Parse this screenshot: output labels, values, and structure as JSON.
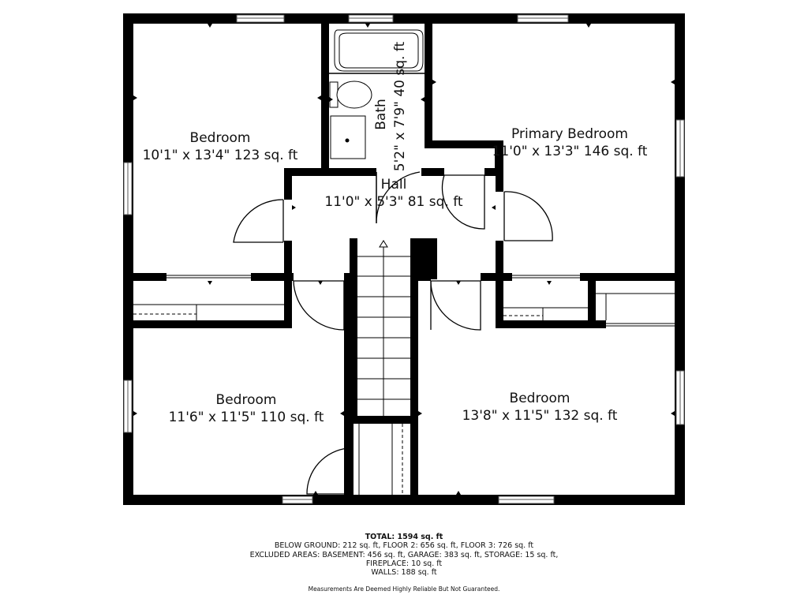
{
  "colors": {
    "wall": "#000000",
    "window": "#888888",
    "background": "#ffffff"
  },
  "rooms": [
    {
      "id": "bedroom-nw",
      "name": "Bedroom",
      "dims": "10'1\" x 13'4\" 123 sq. ft"
    },
    {
      "id": "bath",
      "name": "Bath",
      "dims": "5'2\" x 7'9\" 40 sq. ft"
    },
    {
      "id": "primary-bedroom",
      "name": "Primary Bedroom",
      "dims": "11'0\" x 13'3\" 146 sq. ft"
    },
    {
      "id": "hall",
      "name": "Hall",
      "dims": "11'0\" x 5'3\" 81 sq. ft"
    },
    {
      "id": "bedroom-sw",
      "name": "Bedroom",
      "dims": "11'6\" x 11'5\" 110 sq. ft"
    },
    {
      "id": "bedroom-se",
      "name": "Bedroom",
      "dims": "13'8\" x 11'5\" 132 sq. ft"
    }
  ],
  "totals": {
    "total": "TOTAL: 1594 sq. ft",
    "line1": "BELOW GROUND: 212 sq. ft, FLOOR 2: 656 sq. ft, FLOOR 3: 726 sq. ft",
    "line2": "EXCLUDED AREAS: BASEMENT: 456 sq. ft, GARAGE: 383 sq. ft, STORAGE: 15 sq. ft,",
    "line3": "FIREPLACE: 10 sq. ft",
    "line4": "WALLS: 188 sq. ft"
  },
  "disclaimer": "Measurements Are Deemed Highly Reliable But Not Guaranteed."
}
